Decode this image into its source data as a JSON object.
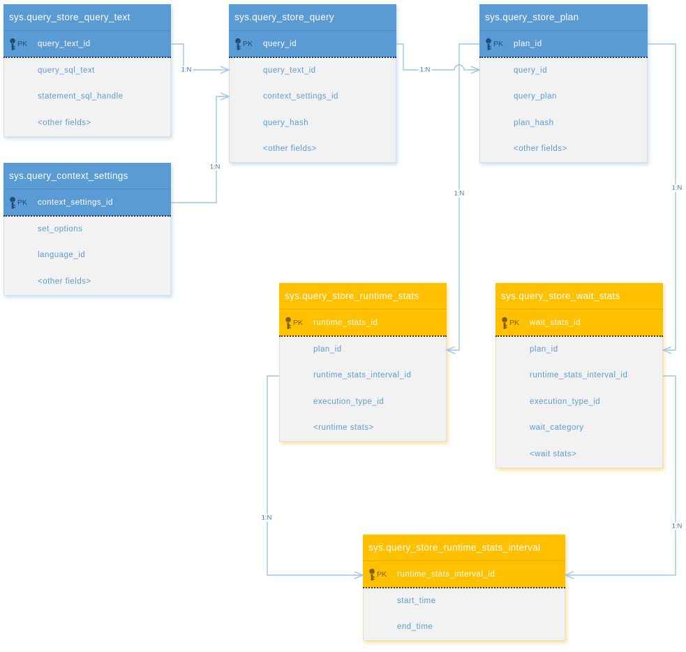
{
  "diagram": {
    "type": "entity-relationship",
    "pk_label": "PK",
    "colors": {
      "blue_header": "#5B9BD5",
      "orange_header": "#FFC000",
      "blue_pk_icon": "#1F4E79",
      "orange_pk_icon": "#7F6000",
      "body_background": "#F2F2F2",
      "field_text": "#5B9BD5",
      "header_text": "#FFFFFF",
      "connector": "#9DC3E6",
      "cardinality_text": "#4472C4"
    },
    "tables": [
      {
        "id": "query_text",
        "name": "sys.query_store_query_text",
        "theme": "blue",
        "pk": "query_text_id",
        "fields": [
          "query_sql_text",
          "statement_sql_handle",
          "<other fields>"
        ]
      },
      {
        "id": "query",
        "name": "sys.query_store_query",
        "theme": "blue",
        "pk": "query_id",
        "fields": [
          "query_text_id",
          "context_settings_id",
          "query_hash",
          "<other fields>"
        ]
      },
      {
        "id": "plan",
        "name": "sys.query_store_plan",
        "theme": "blue",
        "pk": "plan_id",
        "fields": [
          "query_id",
          "query_plan",
          "plan_hash",
          "<other fields>"
        ]
      },
      {
        "id": "context_settings",
        "name": "sys.query_context_settings",
        "theme": "blue",
        "pk": "context_settings_id",
        "fields": [
          "set_options",
          "language_id",
          "<other fields>"
        ]
      },
      {
        "id": "runtime_stats",
        "name": "sys.query_store_runtime_stats",
        "theme": "orange",
        "pk": "runtime_stats_id",
        "fields": [
          "plan_id",
          "runtime_stats_interval_id",
          "execution_type_id",
          "<runtime stats>"
        ]
      },
      {
        "id": "wait_stats",
        "name": "sys.query_store_wait_stats",
        "theme": "orange",
        "pk": "wait_stats_id",
        "fields": [
          "plan_id",
          "runtime_stats_interval_id",
          "execution_type_id",
          "wait_category",
          "<wait stats>"
        ]
      },
      {
        "id": "interval",
        "name": "sys.query_store_runtime_stats_interval",
        "theme": "orange",
        "pk": "runtime_stats_interval_id",
        "fields": [
          "start_time",
          "end_time"
        ]
      }
    ],
    "relationships": [
      {
        "from": "sys.query_store_query_text",
        "to": "sys.query_store_query",
        "label": "1:N"
      },
      {
        "from": "sys.query_context_settings",
        "to": "sys.query_store_query",
        "label": "1:N"
      },
      {
        "from": "sys.query_store_query",
        "to": "sys.query_store_plan",
        "label": "1:N"
      },
      {
        "from": "sys.query_store_plan",
        "to": "sys.query_store_runtime_stats",
        "label": "1:N"
      },
      {
        "from": "sys.query_store_plan",
        "to": "sys.query_store_wait_stats",
        "label": "1:N"
      },
      {
        "from": "sys.query_store_runtime_stats",
        "to": "sys.query_store_runtime_stats_interval",
        "label": "1:N"
      },
      {
        "from": "sys.query_store_wait_stats",
        "to": "sys.query_store_runtime_stats_interval",
        "label": "1:N"
      }
    ]
  }
}
